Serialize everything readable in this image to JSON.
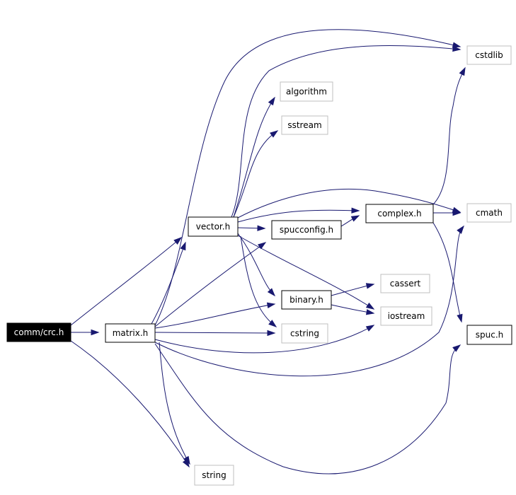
{
  "diagram": {
    "type": "include-dependency-graph",
    "colors": {
      "edge": "#191970",
      "root_fill": "#000000",
      "root_text": "#ffffff",
      "node_border": "#000000",
      "external_border": "#bfbfbf",
      "node_text": "#000000"
    },
    "nodes": [
      {
        "id": "crc",
        "label": "comm/crc.h",
        "kind": "root"
      },
      {
        "id": "matrix",
        "label": "matrix.h",
        "kind": "documented"
      },
      {
        "id": "vector",
        "label": "vector.h",
        "kind": "documented"
      },
      {
        "id": "complex",
        "label": "complex.h",
        "kind": "documented"
      },
      {
        "id": "spucconfig",
        "label": "spucconfig.h",
        "kind": "documented"
      },
      {
        "id": "binary",
        "label": "binary.h",
        "kind": "documented"
      },
      {
        "id": "spuc",
        "label": "spuc.h",
        "kind": "documented"
      },
      {
        "id": "cstdlib",
        "label": "cstdlib",
        "kind": "external"
      },
      {
        "id": "algorithm",
        "label": "algorithm",
        "kind": "external"
      },
      {
        "id": "sstream",
        "label": "sstream",
        "kind": "external"
      },
      {
        "id": "cmath",
        "label": "cmath",
        "kind": "external"
      },
      {
        "id": "cassert",
        "label": "cassert",
        "kind": "external"
      },
      {
        "id": "iostream",
        "label": "iostream",
        "kind": "external"
      },
      {
        "id": "cstring",
        "label": "cstring",
        "kind": "external"
      },
      {
        "id": "string",
        "label": "string",
        "kind": "external"
      }
    ],
    "edges": [
      {
        "from": "crc",
        "to": "matrix"
      },
      {
        "from": "crc",
        "to": "vector"
      },
      {
        "from": "crc",
        "to": "string"
      },
      {
        "from": "matrix",
        "to": "vector"
      },
      {
        "from": "matrix",
        "to": "cstdlib"
      },
      {
        "from": "matrix",
        "to": "spucconfig"
      },
      {
        "from": "matrix",
        "to": "binary"
      },
      {
        "from": "matrix",
        "to": "cstring"
      },
      {
        "from": "matrix",
        "to": "iostream"
      },
      {
        "from": "matrix",
        "to": "cmath"
      },
      {
        "from": "matrix",
        "to": "spuc"
      },
      {
        "from": "matrix",
        "to": "string"
      },
      {
        "from": "vector",
        "to": "cstdlib"
      },
      {
        "from": "vector",
        "to": "algorithm"
      },
      {
        "from": "vector",
        "to": "sstream"
      },
      {
        "from": "vector",
        "to": "cmath"
      },
      {
        "from": "vector",
        "to": "complex"
      },
      {
        "from": "vector",
        "to": "spucconfig"
      },
      {
        "from": "vector",
        "to": "binary"
      },
      {
        "from": "vector",
        "to": "iostream"
      },
      {
        "from": "vector",
        "to": "cstring"
      },
      {
        "from": "complex",
        "to": "cstdlib"
      },
      {
        "from": "complex",
        "to": "cmath"
      },
      {
        "from": "complex",
        "to": "spuc"
      },
      {
        "from": "spucconfig",
        "to": "complex"
      },
      {
        "from": "binary",
        "to": "cassert"
      },
      {
        "from": "binary",
        "to": "iostream"
      }
    ]
  }
}
